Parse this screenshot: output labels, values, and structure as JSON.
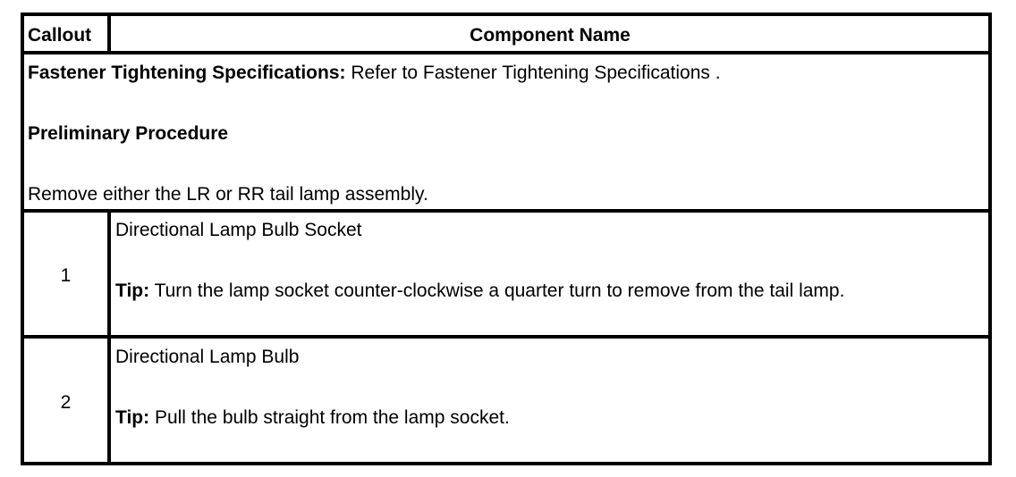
{
  "header": {
    "callout": "Callout",
    "component_name": "Component Name"
  },
  "intro": {
    "fastener_label": "Fastener Tightening Specifications:",
    "fastener_text": " Refer to Fastener Tightening Specifications .",
    "preliminary_heading": "Preliminary Procedure",
    "preliminary_text": "Remove either the LR or RR tail lamp assembly."
  },
  "rows": [
    {
      "callout": "1",
      "component": "Directional Lamp Bulb Socket",
      "tip_label": "Tip:",
      "tip_text": " Turn the lamp socket counter-clockwise a quarter turn to remove from the tail lamp."
    },
    {
      "callout": "2",
      "component": "Directional Lamp Bulb",
      "tip_label": "Tip:",
      "tip_text": " Pull the bulb straight from the lamp socket."
    }
  ]
}
